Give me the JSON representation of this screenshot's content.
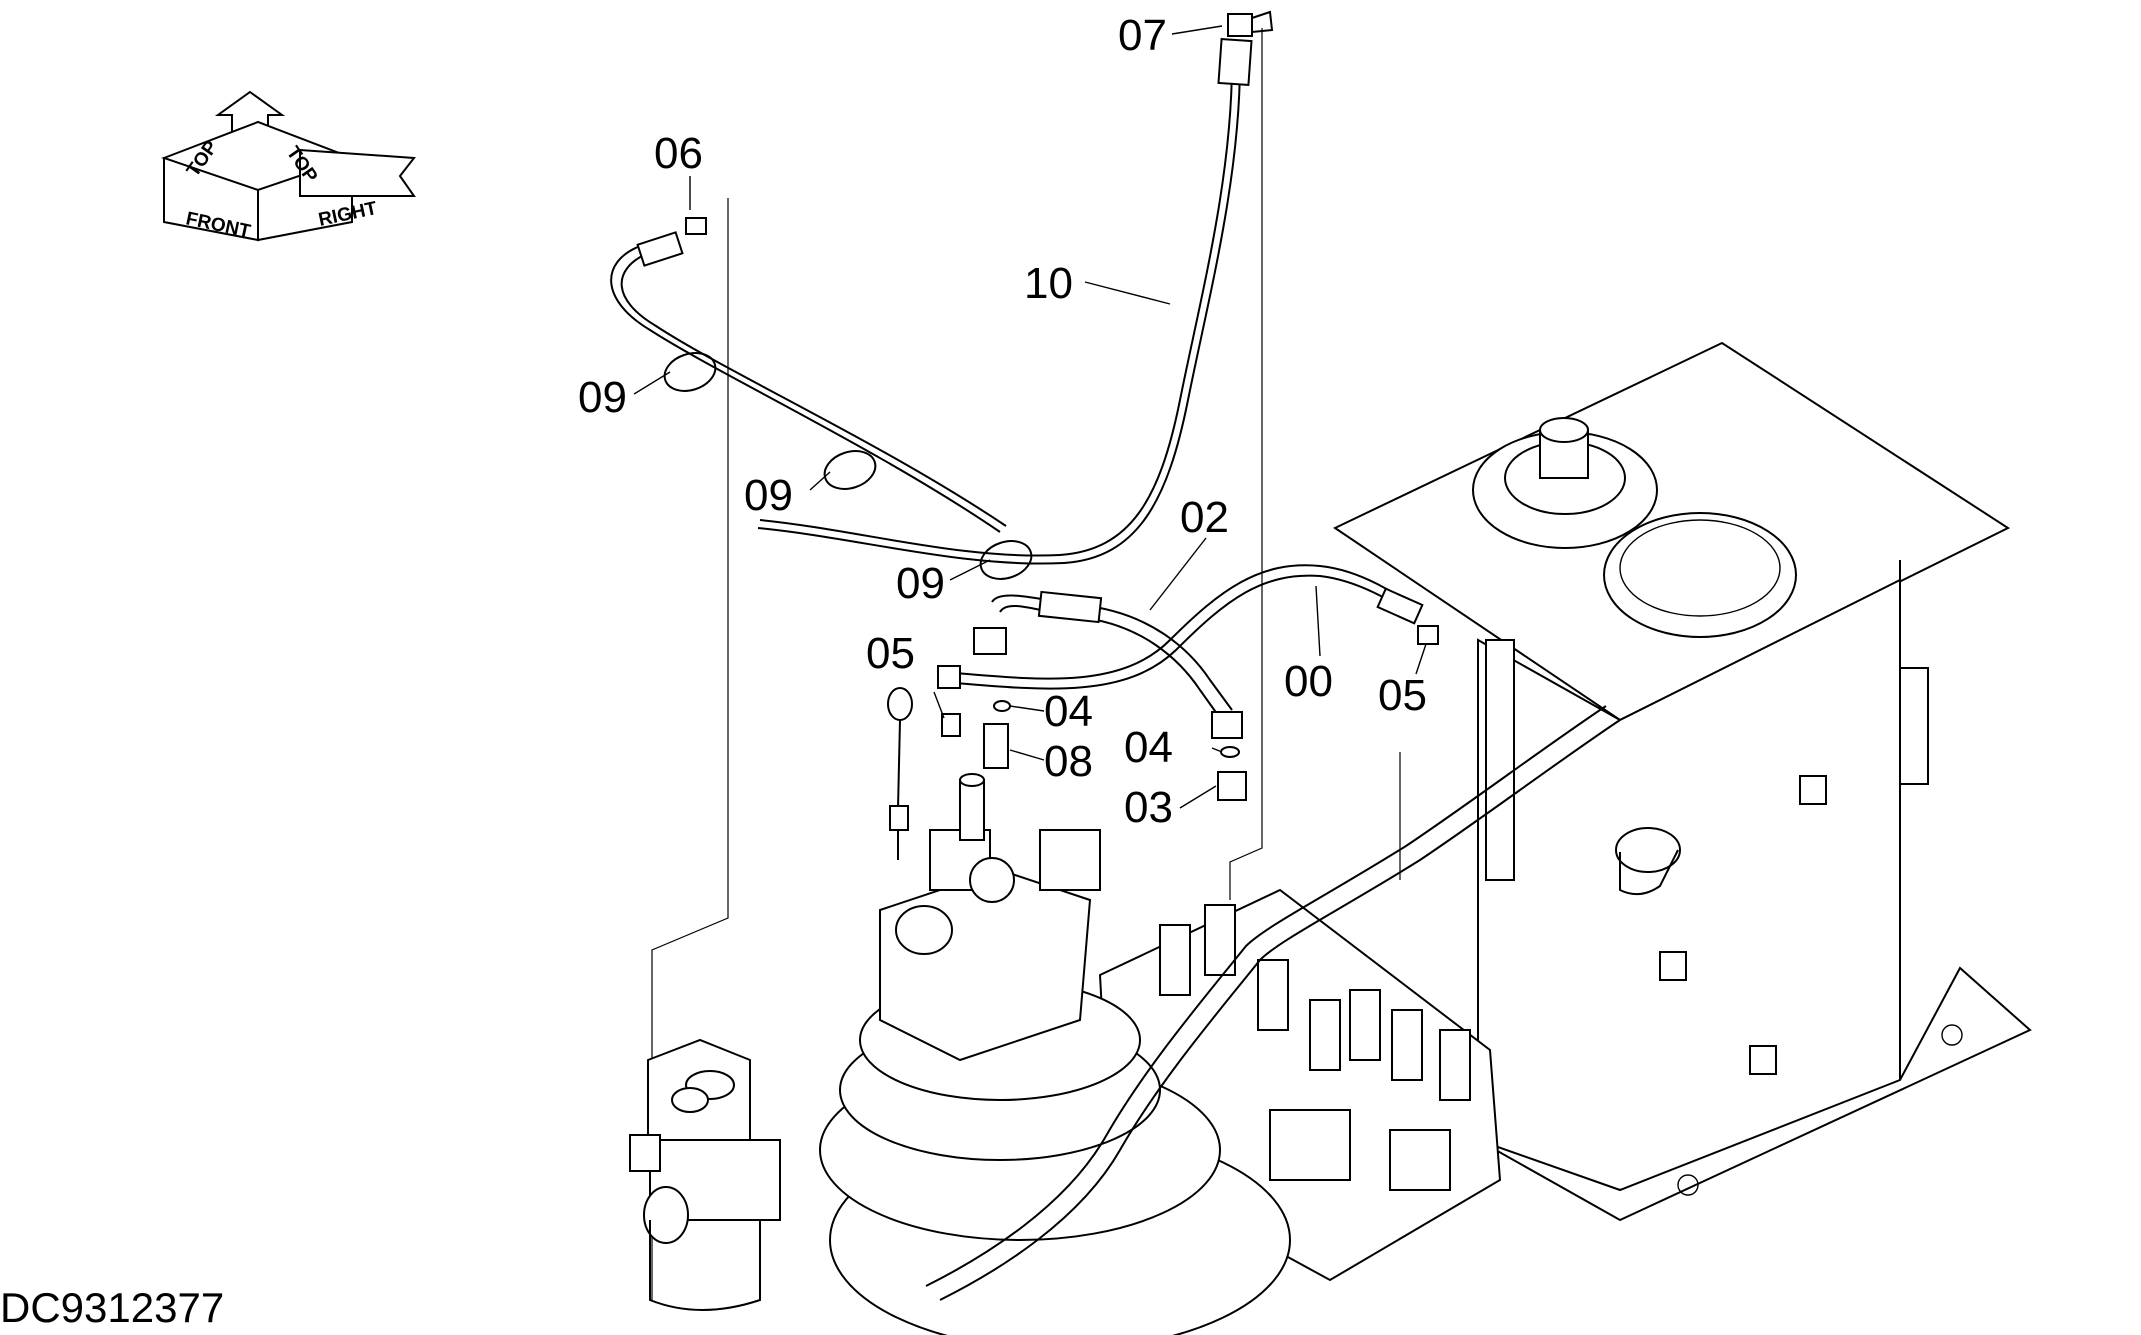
{
  "drawing_code": "DC9312377",
  "orientation": {
    "front": "FRONT",
    "top_front": "TOP",
    "top_right": "TOP",
    "right": "RIGHT"
  },
  "callouts": {
    "c00": "00",
    "c02": "02",
    "c03": "03",
    "c04a": "04",
    "c04b": "04",
    "c05a": "05",
    "c05b": "05",
    "c06": "06",
    "c07": "07",
    "c08": "08",
    "c09a": "09",
    "c09b": "09",
    "c09c": "09",
    "c10": "10"
  }
}
